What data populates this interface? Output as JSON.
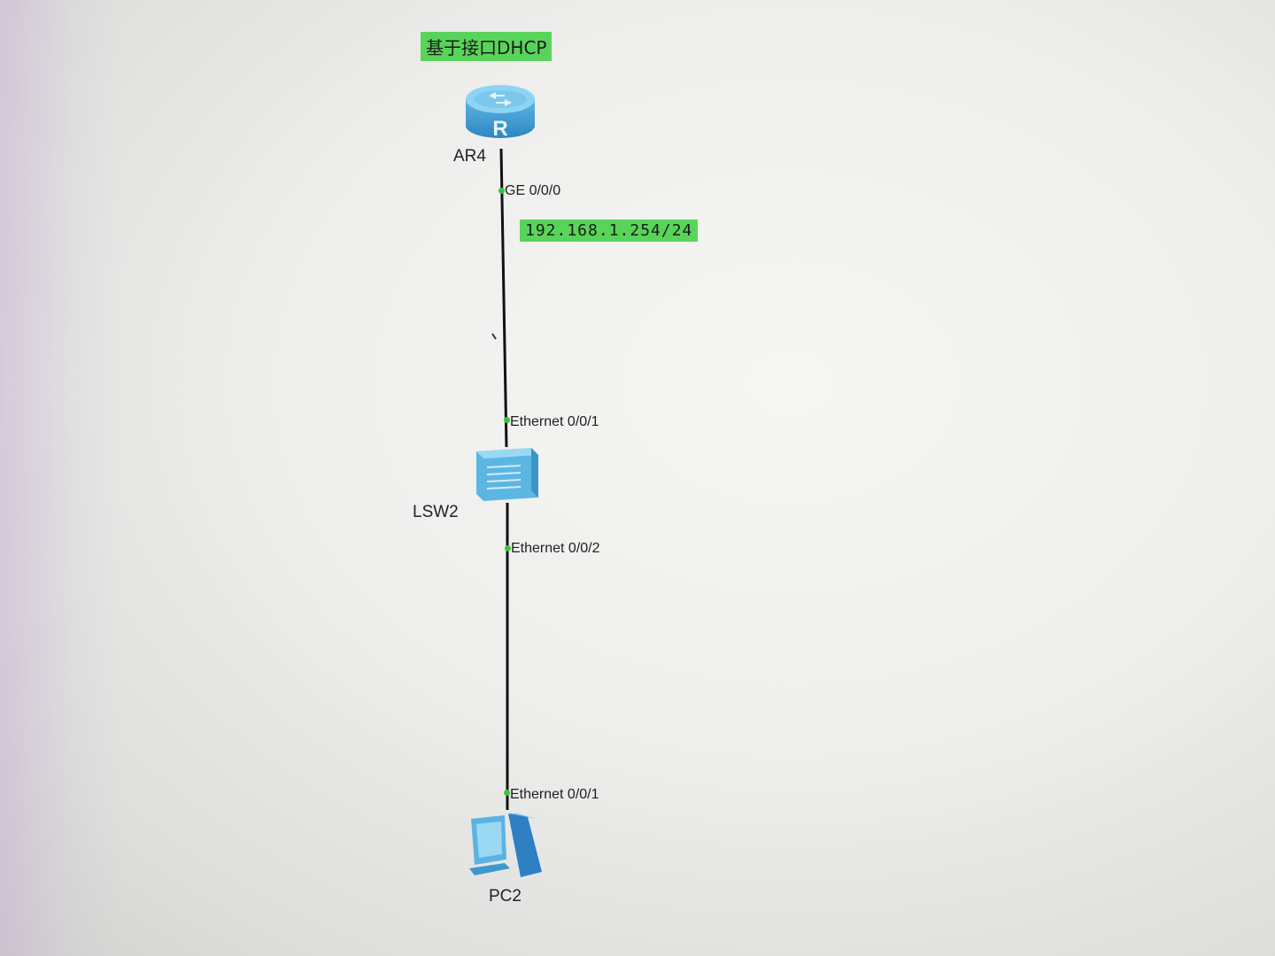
{
  "diagram": {
    "title": "基于接口DHCP",
    "ip_address": "192.168.1.254/24",
    "devices": {
      "router": {
        "name": "AR4",
        "icon": "router-icon"
      },
      "switch": {
        "name": "LSW2",
        "icon": "switch-icon"
      },
      "pc": {
        "name": "PC2",
        "icon": "pc-icon"
      }
    },
    "ports": {
      "router_ge": "GE 0/0/0",
      "switch_up": "Ethernet 0/0/1",
      "switch_down": "Ethernet 0/0/2",
      "pc_eth": "Ethernet 0/0/1"
    },
    "colors": {
      "label_bg": "#59d45a",
      "port_dot": "#3cc33c",
      "device_blue": "#4aa8d8",
      "link": "#111111"
    }
  }
}
